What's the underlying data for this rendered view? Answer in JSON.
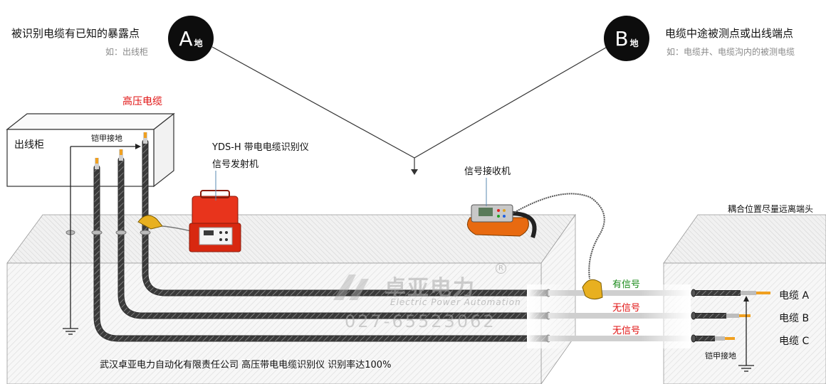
{
  "point_a": {
    "letter": "A",
    "suffix": "地",
    "title": "被识别电缆有已知的暴露点",
    "example": "如：出线柜"
  },
  "point_b": {
    "letter": "B",
    "suffix": "地",
    "title": "电缆中途被测点或出线端点",
    "example": "如：电缆井、电缆沟内的被测电缆"
  },
  "labels": {
    "high_voltage_cable": "高压电缆",
    "cabinet": "出线柜",
    "armor_ground_left": "铠甲接地",
    "device_name": "YDS-H 带电电缆识别仪",
    "transmitter": "信号发射机",
    "receiver": "信号接收机",
    "coupling_note": "耦合位置尽量远离端头",
    "armor_ground_right": "铠甲接地",
    "footer": "武汉卓亚电力自动化有限责任公司 高压带电电缆识别仪 识别率达100%"
  },
  "signals": {
    "has_signal": "有信号",
    "no_signal_1": "无信号",
    "no_signal_2": "无信号"
  },
  "cables": [
    "电缆 A",
    "电缆 B",
    "电缆 C"
  ],
  "watermark": {
    "name": "卓亚电力",
    "english": "Electric Power Automation",
    "phone": "027-65523062",
    "registered": "R"
  },
  "colors": {
    "highlight_red": "#e01010",
    "signal_green": "#1a8a1a",
    "device_orange": "#e8341c",
    "cable_core": "#f0a020",
    "circle_black": "#0d0d0d"
  }
}
